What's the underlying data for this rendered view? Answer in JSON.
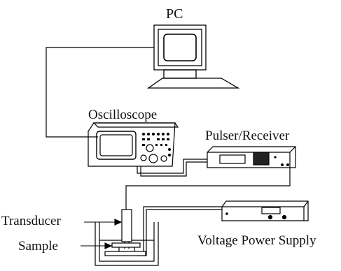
{
  "labels": {
    "pc": "PC",
    "oscilloscope": "Oscilloscope",
    "pulser_receiver": "Pulser/Receiver",
    "transducer": "Transducer",
    "sample": "Sample",
    "voltage_power_supply": "Voltage Power Supply"
  },
  "colors": {
    "stroke": "#000000",
    "screen_fill": "#ffffff",
    "speaker_fill": "#000000"
  }
}
